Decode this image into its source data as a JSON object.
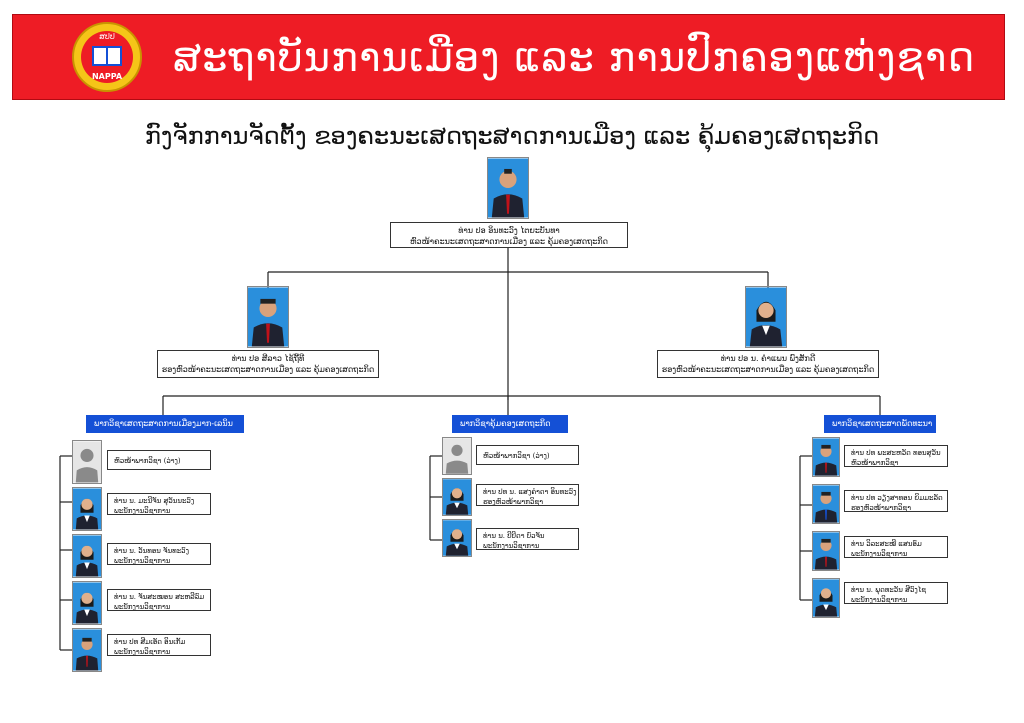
{
  "banner": {
    "title": "ສະຖາບັນການເມືອງ ແລະ ການປົກຄອງແຫ່ງຊາດ",
    "logo_text_top": "ສປປ",
    "logo_text_bottom": "NAPPA"
  },
  "chart_title": "ກົງຈັກການຈັດຕັ້ງ ຂອງຄະນະເສດຖະສາດການເມືອງ ແລະ ຄຸ້ມຄອງເສດຖະກິດ",
  "colors": {
    "banner": "#ee1c25",
    "dept": "#1450d6",
    "photo_bg": "#2a8fdc"
  },
  "dean": {
    "name": "ທ່ານ ປອ ອິນທະວົງ ໄຕຍະບັນທາ",
    "title": "ຫົວໜ້າຄະນະເສດຖະສາດການເມືອງ ແລະ ຄຸ້ມຄອງເສດຖະກິດ"
  },
  "deputies": [
    {
      "name": "ທ່ານ ປອ ສີລາວ ໄຊ້ຖ້ີທີ",
      "title": "ຮອງຫົວໜ້າຄະນະເສດຖະສາດການເມືອງ ແລະ ຄຸ້ມຄອງເສດຖະກິດ"
    },
    {
      "name": "ທ່ານ ປອ ນ. ຄຳແພນ ພົງສັກດີ",
      "title": "ຮອງຫົວໜ້າຄະນະເສດຖະສາດການເມືອງ ແລະ ຄຸ້ມຄອງເສດຖະກິດ"
    }
  ],
  "departments": [
    {
      "name": "ພາກວິຊາເສດຖະສາດການເມືອງມາກ-ເລນິນ",
      "members": [
        {
          "name": "ຫົວໜ້າພາກວິຊາ (ວ່າງ)",
          "title": "",
          "vacant": true
        },
        {
          "name": "ທ່ານ ນ. ມະນີຈັນ ສຸວັນນະວົງ",
          "title": "ພະນັກງານວິຊາການ",
          "vacant": false
        },
        {
          "name": "ທ່ານ ນ. ວັນທອນ ຈັນທະວົງ",
          "title": "ພະນັກງານວິຊາການ",
          "vacant": false
        },
        {
          "name": "ທ່ານ ນ. ຈັນສະໝອນ ສະຫລີລົມ",
          "title": "ພະນັກງານວິຊາການ",
          "vacant": false
        },
        {
          "name": "ທ່ານ ປທ ສີມເອັດ ອິນເກັ້ມ",
          "title": "ພະນັກງານວິຊາການ",
          "vacant": false
        }
      ]
    },
    {
      "name": "ພາກວິຊາຄຸ້ມຄອງເສດຖະກິດ",
      "members": [
        {
          "name": "ຫົວໜ້າພາກວິຊາ (ວ່າງ)",
          "title": "",
          "vacant": true
        },
        {
          "name": "ທ່ານ ປທ ນ. ແສງຄຳດາ ອິນທະວົງ",
          "title": "ຮອງຫົວໜ້າພາກວິຊາ",
          "vacant": false
        },
        {
          "name": "ທ່ານ ນ. ບີບີດາ ບົວຈັນ",
          "title": "ພະນັກງານວິຊາການ",
          "vacant": false
        }
      ]
    },
    {
      "name": "ພາກວິຊາເສດຖະສາດພັດທະນາ",
      "members": [
        {
          "name": "ທ່ານ ປທ ພະສະຫວັດ ທອນສຸວັນ",
          "title": "ຫົວໜ້າພາກວິຊາ",
          "vacant": false
        },
        {
          "name": "ທ່ານ ປທ ວຽງສາທອນ ຍິມມະລັດ",
          "title": "ຮອງຫົວໜ້າພາກວິຊາ",
          "vacant": false
        },
        {
          "name": "ທ່ານ ວິລະສະໝີ ແສນອົມ",
          "title": "ພະນັກງານວິຊາການ",
          "vacant": false
        },
        {
          "name": "ທ່ານ ນ. ພຸດທະວັນ ສີວົງໄຊ",
          "title": "ພະນັກງານວິຊາການ",
          "vacant": false
        }
      ]
    }
  ]
}
